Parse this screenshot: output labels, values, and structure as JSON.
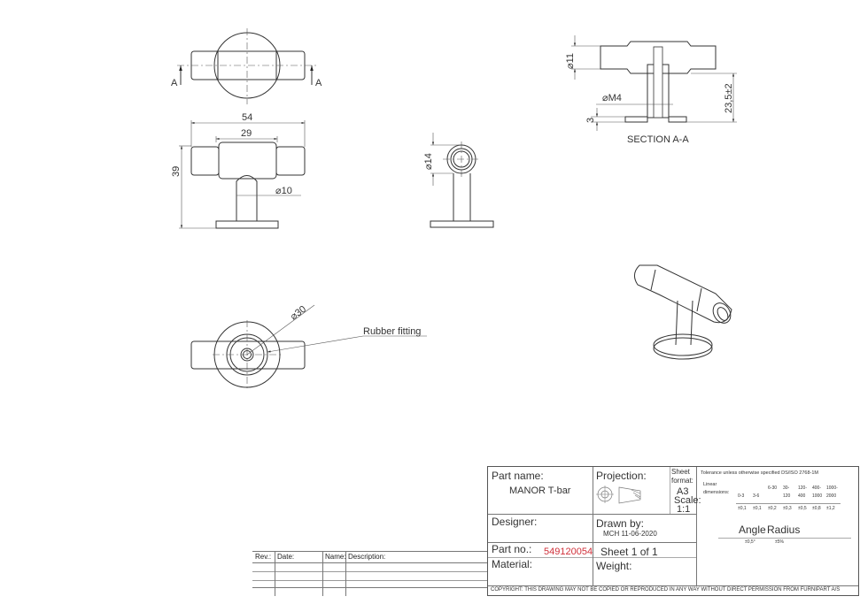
{
  "views": {
    "section_marker": "A",
    "front": {
      "width_total": "54",
      "width_body": "29",
      "height": "39",
      "stem_dia": "⌀10"
    },
    "side": {
      "dia": "⌀14"
    },
    "section": {
      "dia_top": "⌀11",
      "thread": "⌀M4",
      "base_thickness": "3",
      "height": "23,5±2",
      "title": "SECTION A-A"
    },
    "bottom": {
      "dia": "⌀30",
      "callout": "Rubber fitting"
    }
  },
  "title_block": {
    "part_name_label": "Part name:",
    "part_name": "MANOR T-bar",
    "projection_label": "Projection:",
    "sheet_format_label": "Sheet format:",
    "sheet_format": "A3",
    "scale_label": "Scale:",
    "scale": "1:1",
    "designer_label": "Designer:",
    "drawn_by_label": "Drawn by:",
    "drawn_by": "MCH 11-06-2020",
    "part_no_label": "Part no.:",
    "part_no": "549120054",
    "sheet": "Sheet 1 of 1",
    "material_label": "Material:",
    "weight_label": "Weight:",
    "tolerance_title": "Tolerance unless otherwise specified DS/ISO 2768-1M",
    "linear_label": "Linear dimensions:",
    "ranges": [
      "0-3",
      "3-6",
      "6-30",
      "30-120",
      "120-400",
      "400-1000",
      "1000-2000"
    ],
    "tolerances": [
      "±0,1",
      "±0,1",
      "±0,2",
      "±0,3",
      "±0,5",
      "±0,8",
      "±1,2"
    ],
    "angle_label": "Angle",
    "radius_label": "Radius",
    "angle_tol": "±0,5°",
    "radius_tol": "±5%",
    "copyright": "COPYRIGHT: THIS DRAWING MAY NOT BE COPIED OR REPRODUCED IN ANY WAY WITHOUT DIRECT PERMISSION FROM FURNIPART A/S",
    "accent_color": "#d0303a"
  },
  "revision_table": {
    "headers": [
      "Rev.:",
      "Date:",
      "Name:",
      "Description:"
    ]
  }
}
